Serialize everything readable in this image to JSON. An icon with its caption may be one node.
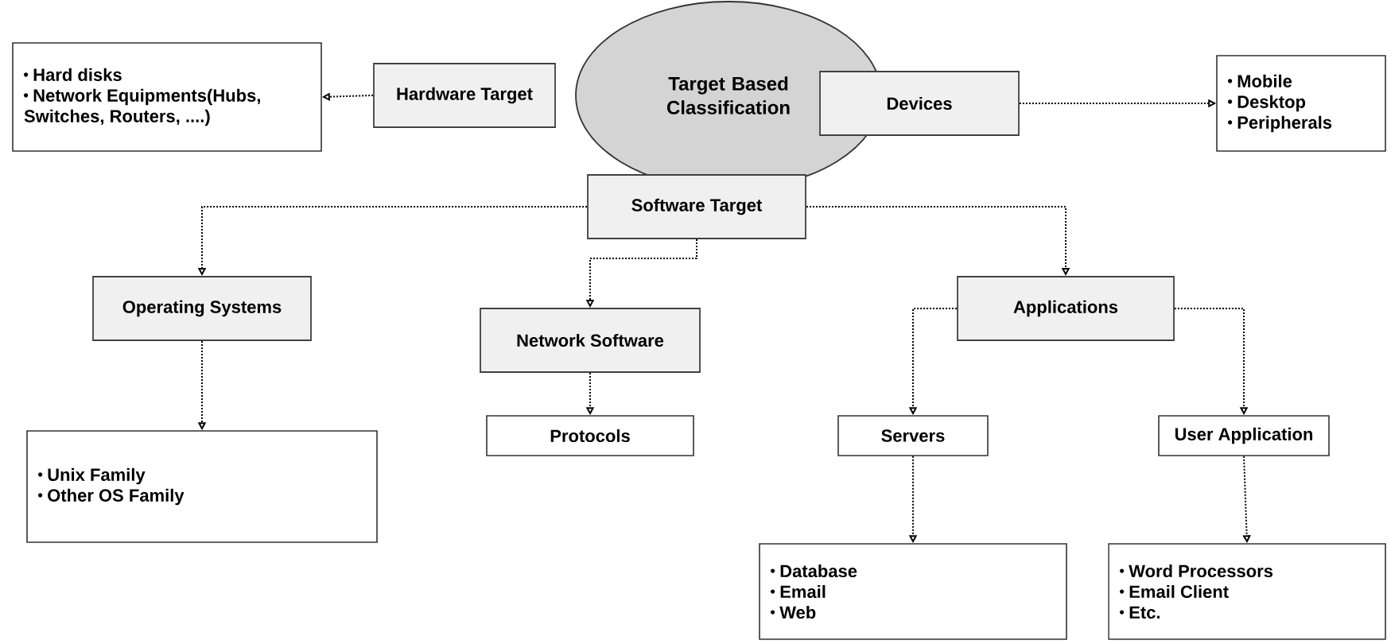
{
  "diagram": {
    "nodes": [
      {
        "text": [
          "Target Based Classification"
        ]
      },
      {
        "text": [
          "Hardware Target"
        ]
      },
      {
        "text": [
          "Devices"
        ]
      },
      {
        "text": [
          "Software Target"
        ]
      },
      {
        "text": [
          "Hard disks",
          "Network Equipments(Hubs, Switches, Routers, ....)"
        ]
      },
      {
        "text": [
          "Mobile",
          "Desktop",
          "Peripherals"
        ]
      },
      {
        "text": [
          "Operating Systems"
        ]
      },
      {
        "text": [
          "Network Software"
        ]
      },
      {
        "text": [
          "Applications"
        ]
      },
      {
        "text": [
          "Unix Family",
          "Other OS Family"
        ]
      },
      {
        "text": [
          "Protocols"
        ]
      },
      {
        "text": [
          "Servers"
        ]
      },
      {
        "text": [
          "User Application"
        ]
      },
      {
        "text": [
          "Database",
          "Email",
          "Web"
        ]
      },
      {
        "text": [
          "Word Processors",
          "Email Client",
          "Etc."
        ]
      }
    ],
    "edges": [
      {
        "from": 1,
        "to": 4,
        "arrow": "to"
      },
      {
        "from": 2,
        "to": 5,
        "arrow": "to"
      },
      {
        "from": 3,
        "to": 6,
        "arrow": "to"
      },
      {
        "from": 3,
        "to": 7,
        "arrow": "to"
      },
      {
        "from": 3,
        "to": 8,
        "arrow": "to"
      },
      {
        "from": 6,
        "to": 9,
        "arrow": "to"
      },
      {
        "from": 7,
        "to": 10,
        "arrow": "to"
      },
      {
        "from": 8,
        "to": 11,
        "arrow": "to"
      },
      {
        "from": 8,
        "to": 12,
        "arrow": "to"
      },
      {
        "from": 11,
        "to": 13,
        "arrow": "to"
      },
      {
        "from": 12,
        "to": 14,
        "arrow": "to"
      }
    ]
  }
}
